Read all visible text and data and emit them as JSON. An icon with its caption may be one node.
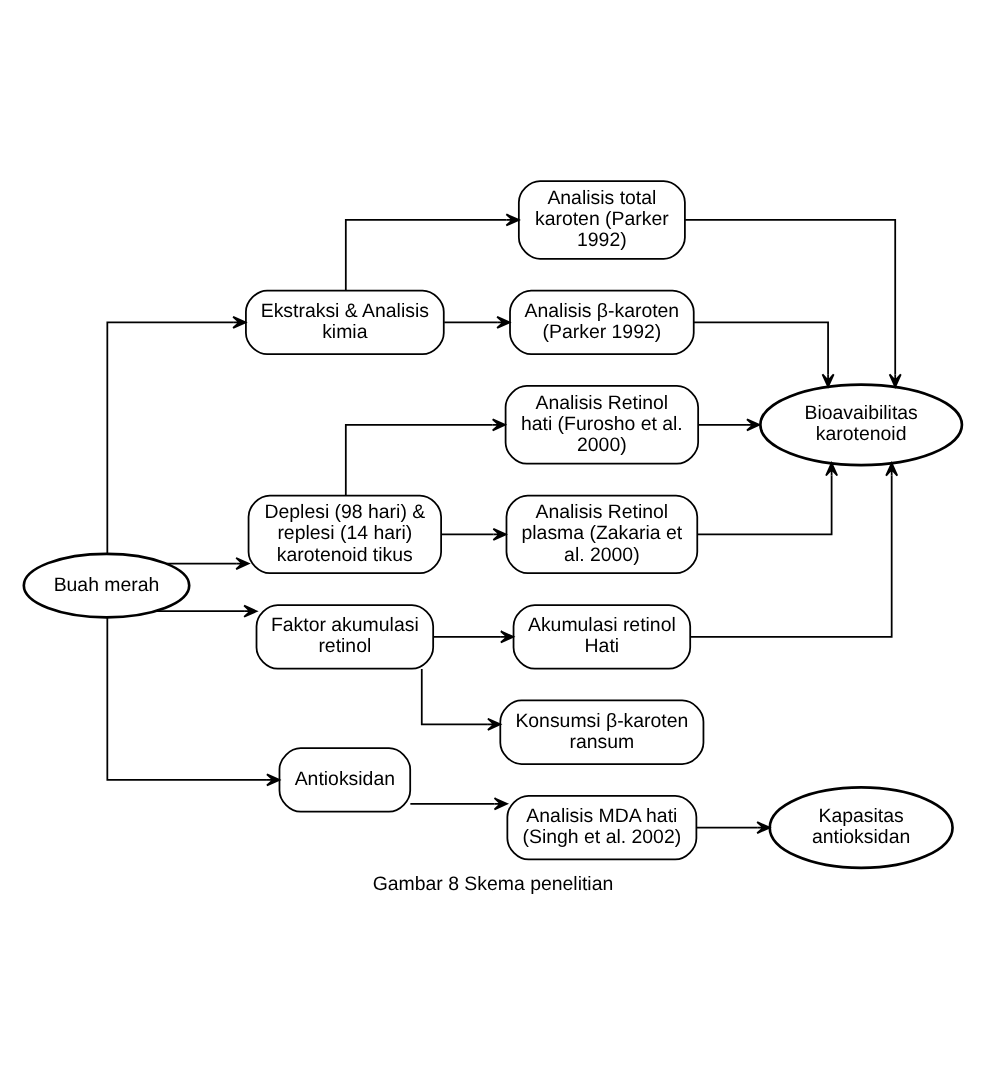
{
  "diagram": {
    "caption": "Gambar 8 Skema penelitian",
    "nodes": [
      {
        "text": [
          "Buah merah"
        ]
      },
      {
        "text": [
          "Ekstraksi & Analisis kimia"
        ]
      },
      {
        "text": [
          "Deplesi (98 hari) & replesi (14 hari) karotenoid tikus"
        ]
      },
      {
        "text": [
          "Faktor akumulasi retinol"
        ]
      },
      {
        "text": [
          "Antioksidan"
        ]
      },
      {
        "text": [
          "Analisis total karoten (Parker 1992)"
        ]
      },
      {
        "text": [
          "Analisis β-karoten (Parker 1992)"
        ]
      },
      {
        "text": [
          "Analisis Retinol hati (Furosho et al. 2000)"
        ]
      },
      {
        "text": [
          "Analisis Retinol plasma (Zakaria et al. 2000)"
        ]
      },
      {
        "text": [
          "Akumulasi retinol Hati"
        ]
      },
      {
        "text": [
          "Konsumsi β-karoten ransum"
        ]
      },
      {
        "text": [
          "Analisis MDA hati (Singh et al. 2002)"
        ]
      },
      {
        "text": [
          "Bioavaibilitas karotenoid"
        ]
      },
      {
        "text": [
          "Kapasitas antioksidan"
        ]
      }
    ],
    "edges": [
      {
        "from": 0,
        "to": 1,
        "arrow": "to"
      },
      {
        "from": 0,
        "to": 2,
        "arrow": "to"
      },
      {
        "from": 0,
        "to": 3,
        "arrow": "to"
      },
      {
        "from": 0,
        "to": 4,
        "arrow": "to"
      },
      {
        "from": 1,
        "to": 5,
        "arrow": "to"
      },
      {
        "from": 1,
        "to": 6,
        "arrow": "to"
      },
      {
        "from": 2,
        "to": 7,
        "arrow": "to"
      },
      {
        "from": 2,
        "to": 8,
        "arrow": "to"
      },
      {
        "from": 3,
        "to": 9,
        "arrow": "to"
      },
      {
        "from": 3,
        "to": 10,
        "arrow": "to"
      },
      {
        "from": 4,
        "to": 11,
        "arrow": "to"
      },
      {
        "from": 5,
        "to": 12,
        "arrow": "to"
      },
      {
        "from": 6,
        "to": 12,
        "arrow": "to"
      },
      {
        "from": 7,
        "to": 12,
        "arrow": "to"
      },
      {
        "from": 8,
        "to": 12,
        "arrow": "to"
      },
      {
        "from": 9,
        "to": 12,
        "arrow": "to"
      },
      {
        "from": 11,
        "to": 13,
        "arrow": "to"
      }
    ]
  }
}
